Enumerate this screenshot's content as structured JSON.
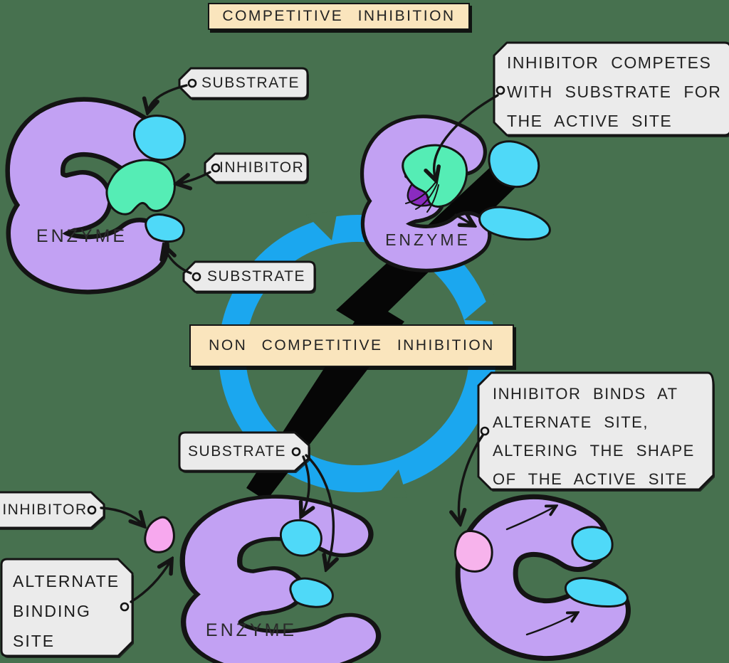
{
  "palette": {
    "background": "#47714F",
    "enzyme_purple": "#C2A1F3",
    "active_site_purple": "#8A2BC0",
    "inhibitor_green": "#55EDB5",
    "substrate_cyan": "#4FD9F8",
    "inhibitor_pink": "#F7A8EE",
    "ring_blue": "#1BA7EF",
    "title_box_cream": "#FAE5BD",
    "tag_gray": "#EBEBEB",
    "outline": "#141414"
  },
  "competitive": {
    "title": "COMPETITIVE INHIBITION",
    "substrate_tag_top": "SUBSTRATE",
    "inhibitor_tag": "INHIBITOR",
    "substrate_tag_bottom": "SUBSTRATE",
    "enzyme_left_label": "ENZYME",
    "enzyme_right_label": "ENZYME",
    "note_lines": [
      "INHIBITOR COMPETES",
      "WITH SUBSTRATE FOR",
      "THE ACTIVE SITE"
    ]
  },
  "non_competitive": {
    "title": "NON COMPETITIVE INHIBITION",
    "substrate_tag": "SUBSTRATE",
    "inhibitor_tag": "INHIBITOR",
    "alternate_site_tag_lines": [
      "ALTERNATE",
      "BINDING",
      "SITE"
    ],
    "enzyme_label": "ENZYME",
    "note_lines": [
      "INHIBITOR BINDS AT",
      "ALTERNATE SITE,",
      "ALTERING THE SHAPE",
      "OF THE ACTIVE SITE"
    ]
  }
}
